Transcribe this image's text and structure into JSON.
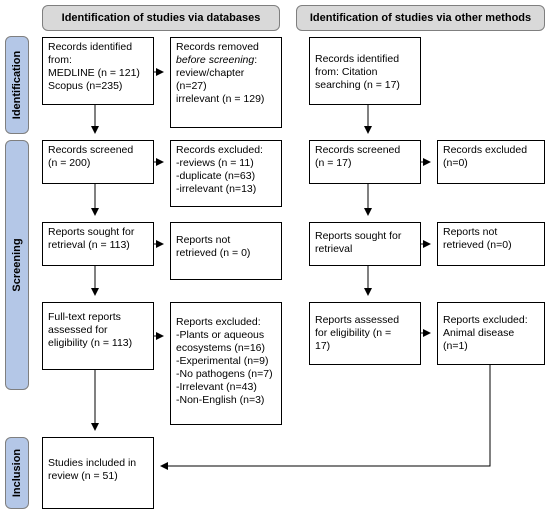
{
  "headers": {
    "databases": "Identification of studies via databases",
    "other": "Identification of studies via other methods"
  },
  "stages": {
    "identification": "Identification",
    "screening": "Screening",
    "inclusion": "Inclusion"
  },
  "db": {
    "identified": "Records identified\nfrom:\nMEDLINE (n = 121)\nScopus (n=235)",
    "removed_a": "Records removed",
    "removed_b": "before screening",
    "removed_c": ":",
    "removed_rest": "review/chapter\n(n=27)\nirrelevant (n = 129)",
    "screened": "Records screened\n(n = 200)",
    "excluded": "Records excluded:\n-reviews (n = 11)\n-duplicate (n=63)\n-irrelevant (n=13)",
    "sought": "Reports sought for\nretrieval (n = 113)",
    "not_retrieved": "Reports not\nretrieved (n = 0)",
    "assessed": "Full-text reports\nassessed for\neligibility (n = 113)",
    "reports_excluded": "Reports excluded:\n-Plants or aqueous\necosystems (n=16)\n-Experimental (n=9)\n-No pathogens (n=7)\n-Irrelevant (n=43)\n-Non-English (n=3)",
    "included": "Studies included in\nreview (n = 51)"
  },
  "other": {
    "identified": "Records identified\nfrom: Citation\nsearching (n = 17)",
    "screened": "Records screened\n(n = 17)",
    "excluded": "Records excluded\n(n=0)",
    "sought": "Reports sought for\nretrieval",
    "not_retrieved": "Reports not\nretrieved (n=0)",
    "assessed": "Reports assessed\nfor eligibility (n =\n17)",
    "reports_excluded": "Reports excluded:\nAnimal disease\n(n=1)"
  }
}
